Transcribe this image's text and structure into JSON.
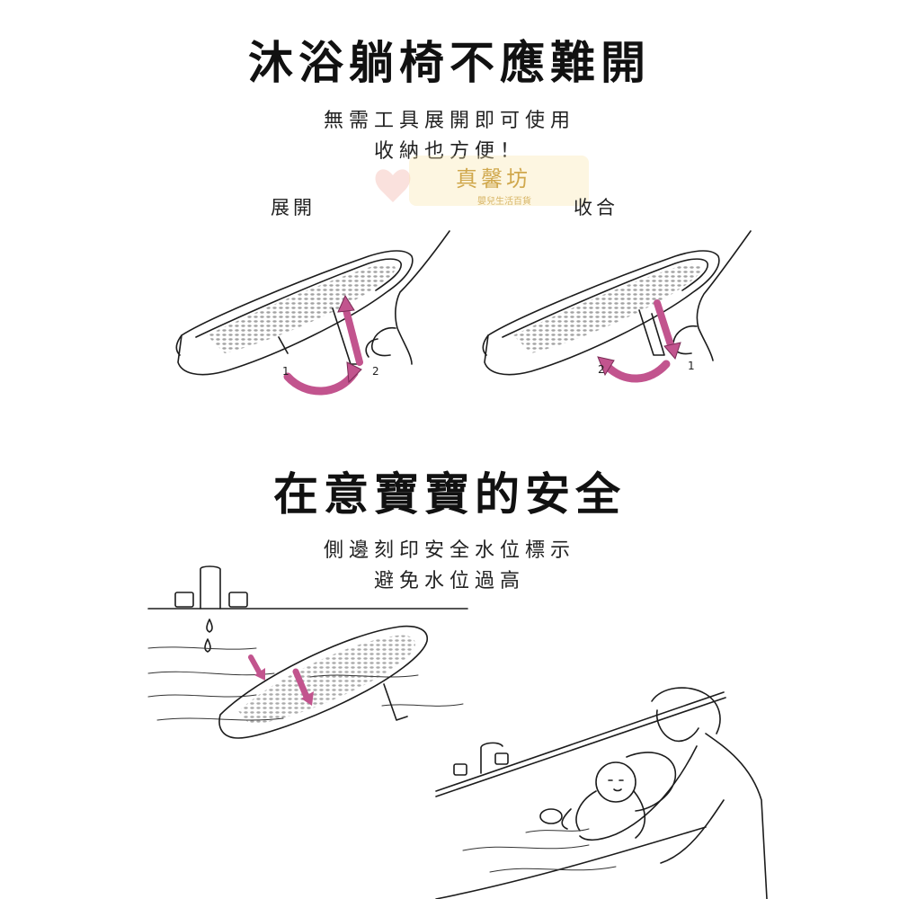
{
  "section1": {
    "title": "沐浴躺椅不應難開",
    "subtitle_line1": "無需工具展開即可使用",
    "subtitle_line2": "收納也方便！",
    "label_open": "展開",
    "label_close": "收合",
    "open_steps": [
      "1",
      "2"
    ],
    "close_steps": [
      "2",
      "1"
    ]
  },
  "section2": {
    "title": "在意寶寶的安全",
    "subtitle_line1": "側邊刻印安全水位標示",
    "subtitle_line2": "避免水位過高"
  },
  "watermark": {
    "name": "真馨坊",
    "tagline": "嬰兒生活百貨"
  },
  "colors": {
    "accent_pink": "#c2548e",
    "watermark_yellow": "#f3d36b"
  }
}
